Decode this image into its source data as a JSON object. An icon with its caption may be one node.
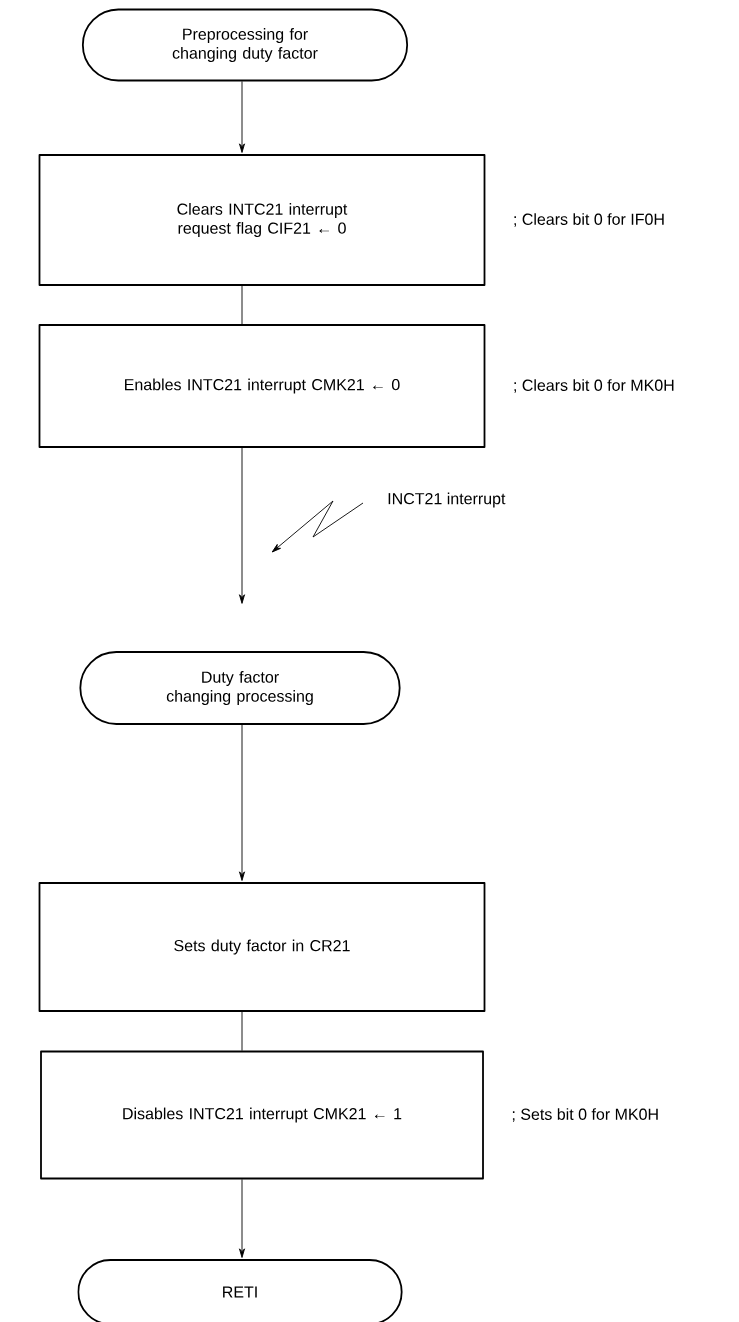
{
  "diagram": {
    "nodes": [
      {
        "text": [
          "Preprocessing for changing duty factor"
        ]
      },
      {
        "text": [
          "Clears INTC21 interrupt request flag CIF21 ← 0"
        ],
        "beside": [
          "; Clears bit 0 for IF0H"
        ]
      },
      {
        "text": [
          "Enables INTC21 interrupt CMK21 ← 0"
        ],
        "beside": [
          "; Clears bit 0 for MK0H"
        ]
      },
      {
        "text": [
          "INCT21 interrupt"
        ]
      },
      {
        "text": [
          "Duty factor changing processing"
        ]
      },
      {
        "text": [
          "Sets duty factor in CR21"
        ]
      },
      {
        "text": [
          "Disables INTC21 interrupt CMK21 ← 1"
        ],
        "beside": [
          "; Sets bit 0 for MK0H"
        ]
      },
      {
        "text": [
          "RETI"
        ]
      }
    ],
    "edges": [
      {
        "from": 0,
        "to": 1,
        "arrow": "to"
      },
      {
        "from": 1,
        "to": 2,
        "arrow": "none"
      },
      {
        "from": 2,
        "to": null,
        "arrow": "to"
      },
      {
        "from": 3,
        "to": null,
        "arrow": "to"
      },
      {
        "from": 4,
        "to": 5,
        "arrow": "to"
      },
      {
        "from": 5,
        "to": 6,
        "arrow": "none"
      },
      {
        "from": 6,
        "to": 7,
        "arrow": "to"
      }
    ]
  }
}
